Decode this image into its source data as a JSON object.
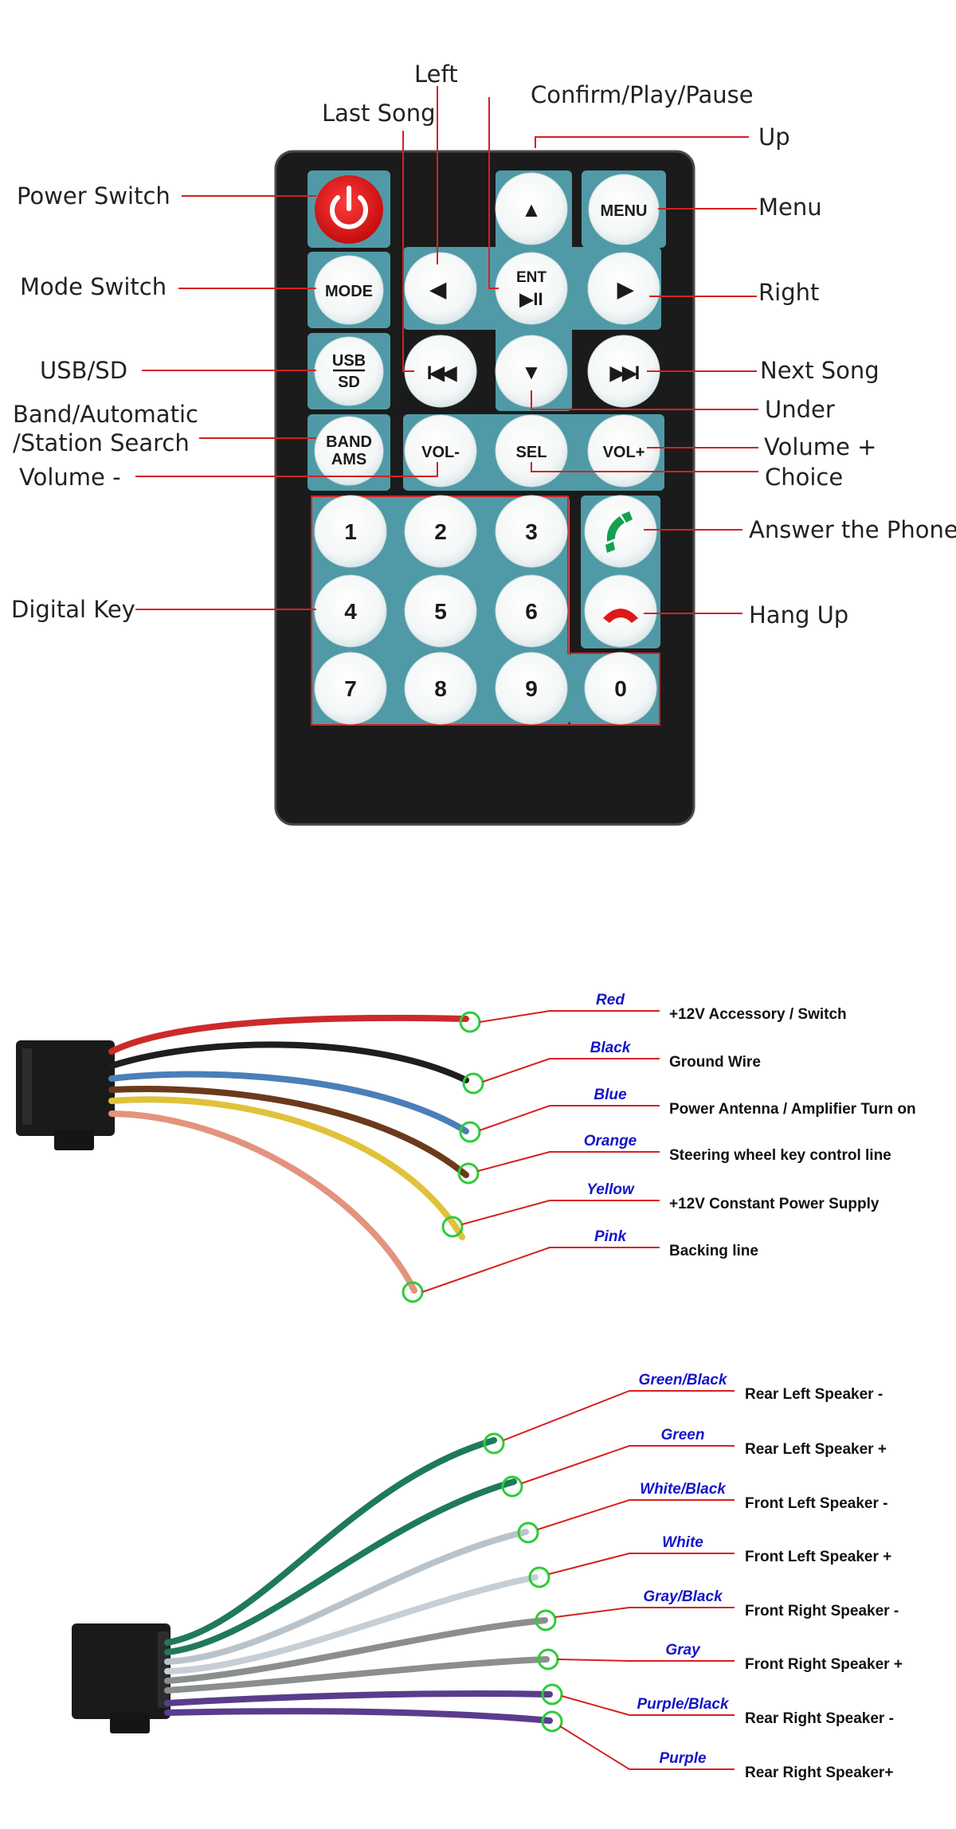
{
  "remote": {
    "labels": {
      "left": "Left",
      "confirm": "Confirm/Play/Pause",
      "last_song": "Last Song",
      "up": "Up",
      "power": "Power Switch",
      "menu": "Menu",
      "mode": "Mode Switch",
      "right": "Right",
      "usb_sd": "USB/SD",
      "next_song": "Next Song",
      "band_1": "Band/Automatic",
      "band_2": "/Station Search",
      "under": "Under",
      "volume_plus": "Volume +",
      "volume_minus": "Volume -",
      "choice": "Choice",
      "answer": "Answer the Phone",
      "digital": "Digital Key",
      "hangup": "Hang Up"
    },
    "buttons": {
      "menu": "MENU",
      "mode": "MODE",
      "ent": "ENT",
      "play_pause": "▶II",
      "usb": "USB",
      "sd": "SD",
      "band": "BAND",
      "ams": "AMS",
      "vol_minus": "VOL-",
      "sel": "SEL",
      "vol_plus": "VOL+",
      "up": "▲",
      "down": "▼",
      "left": "◀",
      "right": "▶",
      "prev": "I◀◀",
      "next": "▶▶I",
      "digits": [
        "1",
        "2",
        "3",
        "4",
        "5",
        "6",
        "7",
        "8",
        "9",
        "0"
      ]
    }
  },
  "harness1": {
    "wires": [
      {
        "name": "Red",
        "desc": "+12V  Accessory / Switch",
        "color": "#cc2a2a"
      },
      {
        "name": "Black",
        "desc": "Ground Wire",
        "color": "#1e1e1e"
      },
      {
        "name": "Blue",
        "desc": "Power Antenna / Amplifier Turn on",
        "color": "#4a7fb8"
      },
      {
        "name": "Orange",
        "desc": "Steering wheel key control line",
        "color": "#6b3a1c"
      },
      {
        "name": "Yellow",
        "desc": "+12V Constant Power Supply",
        "color": "#e0c23a"
      },
      {
        "name": "Pink",
        "desc": "Backing line",
        "color": "#e3937e"
      }
    ]
  },
  "harness2": {
    "wires": [
      {
        "name": "Green/Black",
        "desc": "Rear Left Speaker -",
        "color": "#1f7a5a"
      },
      {
        "name": "Green",
        "desc": "Rear Left Speaker +",
        "color": "#1f7a5a"
      },
      {
        "name": "White/Black",
        "desc": "Front Left Speaker -",
        "color": "#b9c3cc"
      },
      {
        "name": "White",
        "desc": "Front Left Speaker +",
        "color": "#b9c3cc"
      },
      {
        "name": "Gray/Black",
        "desc": "Front Right Speaker -",
        "color": "#8a8f8d"
      },
      {
        "name": "Gray",
        "desc": "Front Right Speaker +",
        "color": "#8a8f8d"
      },
      {
        "name": "Purple/Black",
        "desc": "Rear Right Speaker -",
        "color": "#5a3c8c"
      },
      {
        "name": "Purple",
        "desc": "Rear Right Speaker+",
        "color": "#5a3c8c"
      }
    ]
  }
}
